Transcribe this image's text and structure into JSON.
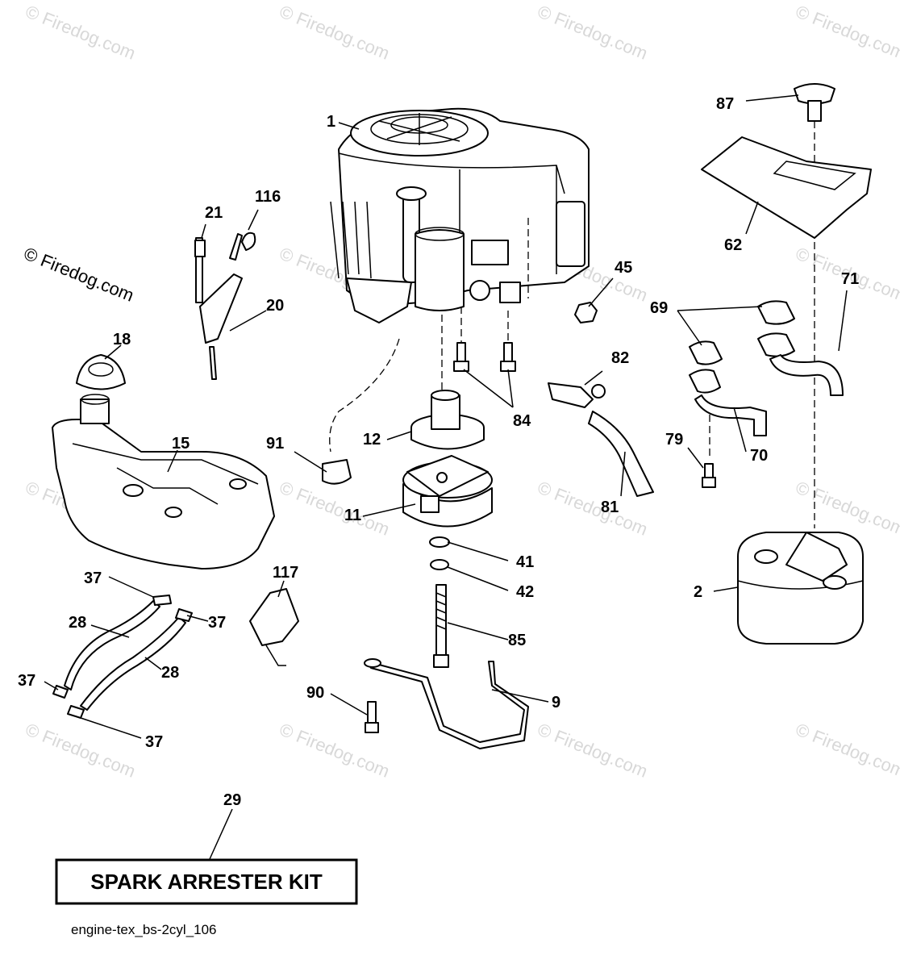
{
  "watermark": "© Firedog.com",
  "kit_label": "SPARK ARRESTER KIT",
  "diagram_code": "engine-tex_bs-2cyl_106",
  "callouts": {
    "p1": "1",
    "p2": "2",
    "p9": "9",
    "p11": "11",
    "p12": "12",
    "p15": "15",
    "p18": "18",
    "p20": "20",
    "p21": "21",
    "p28a": "28",
    "p28b": "28",
    "p29": "29",
    "p37a": "37",
    "p37b": "37",
    "p37c": "37",
    "p37d": "37",
    "p41": "41",
    "p42": "42",
    "p45": "45",
    "p62": "62",
    "p69": "69",
    "p70": "70",
    "p71": "71",
    "p79": "79",
    "p81": "81",
    "p82": "82",
    "p84": "84",
    "p85": "85",
    "p87": "87",
    "p90": "90",
    "p91": "91",
    "p116": "116",
    "p117": "117"
  }
}
